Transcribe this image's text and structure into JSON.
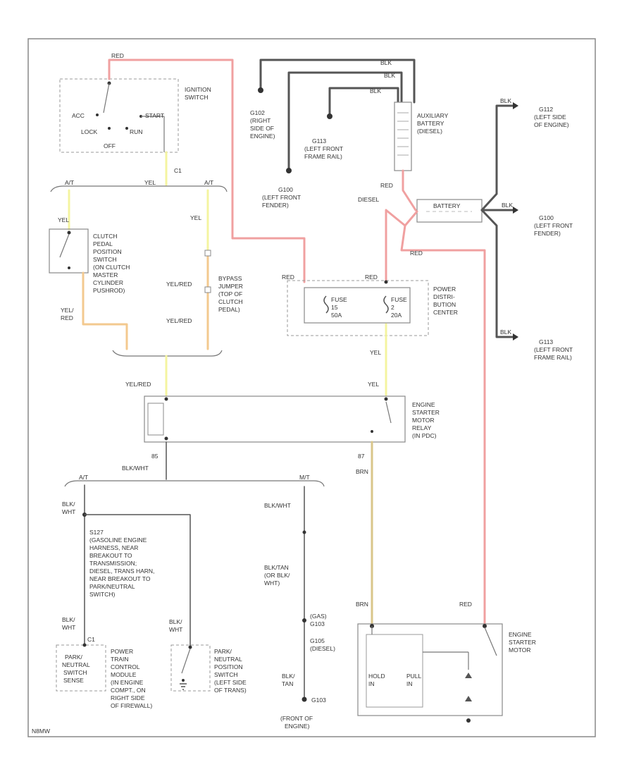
{
  "figure_id": "N8MW",
  "wire_colors": {
    "red": "#f0a0a0",
    "black": "#555555",
    "yellow": "#f4f4a0",
    "yel_red": "#f3c98f",
    "brown": "#d9c68a"
  },
  "ignition_switch": {
    "title": [
      "IGNITION",
      "SWITCH"
    ],
    "top_wire": "RED",
    "positions": [
      "ACC",
      "LOCK",
      "OFF",
      "START",
      "RUN"
    ],
    "connector": "C1",
    "bottom_wire": "YEL"
  },
  "yel_bus": {
    "left": "A/T",
    "center": "YEL",
    "right": "A/T"
  },
  "clutch_switch": {
    "wire_top": "YEL",
    "label": [
      "CLUTCH",
      "PEDAL",
      "POSITION",
      "SWITCH",
      "(ON CLUTCH",
      "MASTER",
      "CYLINDER",
      "PUSHROD)"
    ],
    "wire_bottom": [
      "YEL/",
      "RED"
    ]
  },
  "bypass_jumper": {
    "wire_top": "YEL",
    "wire_mid": "YEL/RED",
    "wire_bottom": "YEL/RED",
    "label": [
      "BYPASS",
      "JUMPER",
      "(TOP OF",
      "CLUTCH",
      "PEDAL)"
    ]
  },
  "grounds": {
    "g102": [
      "G102",
      "(RIGHT",
      "SIDE OF",
      "ENGINE)"
    ],
    "g113a": [
      "G113",
      "(LEFT FRONT",
      "FRAME RAIL)"
    ],
    "g100": [
      "G100",
      "(LEFT FRONT",
      "FENDER)"
    ],
    "g112": [
      "G112",
      "(LEFT SIDE",
      "OF ENGINE)"
    ],
    "g100b": [
      "G100",
      "(LEFT FRONT",
      "FENDER)"
    ],
    "g113b": [
      "G113",
      "(LEFT FRONT",
      "FRAME RAIL)"
    ]
  },
  "aux_battery": {
    "label": [
      "AUXILIARY",
      "BATTERY",
      "(DIESEL)"
    ],
    "wires_top": [
      "BLK",
      "BLK",
      "BLK"
    ],
    "wire_out": "RED",
    "diesel": "DIESEL"
  },
  "battery": {
    "label": "BATTERY",
    "ground_wires": [
      "BLK",
      "BLK",
      "BLK"
    ],
    "wire_out": "RED"
  },
  "pdc": {
    "label": [
      "POWER",
      "DISTRI-",
      "BUTION",
      "CENTER"
    ],
    "wire_left": "RED",
    "wire_right": "RED",
    "fuse1": [
      "FUSE",
      "15",
      "50A"
    ],
    "fuse2": [
      "FUSE",
      "2",
      "20A"
    ],
    "wire_out": "YEL"
  },
  "relay": {
    "wire_left": "YEL/RED",
    "wire_right": "YEL",
    "label": [
      "ENGINE",
      "STARTER",
      "MOTOR",
      "RELAY",
      "(IN PDC)"
    ],
    "pin_left": "85",
    "pin_right": "87",
    "wire_left_out": "BLK/WHT",
    "wire_right_out": "BRN"
  },
  "blkwht_bus": {
    "left": "A/T",
    "right": "M/T"
  },
  "left_branch": {
    "wire": [
      "BLK/",
      "WHT"
    ],
    "splice": [
      "S127",
      "(GASOLINE ENGINE",
      "HARNESS, NEAR",
      "BREAKOUT TO",
      "TRANSMISSION;",
      "DIESEL, TRANS HARN,",
      "NEAR BREAKOUT TO",
      "PARK/NEUTRAL",
      "SWITCH)"
    ],
    "wire2": [
      "BLK/",
      "WHT"
    ],
    "pin": "C1",
    "pcm_box": [
      "PARK/",
      "NEUTRAL",
      "SWITCH",
      "SENSE"
    ],
    "pcm_label": [
      "POWER",
      "TRAIN",
      "CONTROL",
      "MODULE",
      "(IN ENGINE",
      "COMPT., ON",
      "RIGHT SIDE",
      "OF FIREWALL)"
    ],
    "pn_wire": [
      "BLK/",
      "WHT"
    ],
    "pn_label": [
      "PARK/",
      "NEUTRAL",
      "POSITION",
      "SWITCH",
      "(LEFT SIDE",
      "OF TRANS)"
    ]
  },
  "mt_branch": {
    "wire": "BLK/WHT",
    "wire2": [
      "BLK/TAN",
      "(OR BLK/",
      "WHT)"
    ],
    "ground_a": [
      "(GAS)",
      "G103"
    ],
    "ground_b": [
      "G105",
      "(DIESEL)"
    ],
    "wire3": [
      "BLK/",
      "TAN"
    ],
    "g103": "G103",
    "g103_loc": [
      "(FRONT OF",
      "ENGINE)"
    ]
  },
  "starter": {
    "wire_left": "BRN",
    "wire_right": "RED",
    "label": [
      "ENGINE",
      "STARTER",
      "MOTOR"
    ],
    "hold_in": [
      "HOLD",
      "IN"
    ],
    "pull_in": [
      "PULL",
      "IN"
    ]
  }
}
